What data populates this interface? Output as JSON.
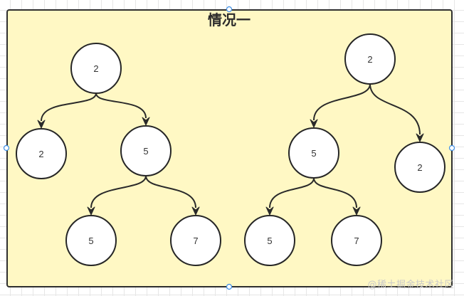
{
  "diagram": {
    "title": "情况一",
    "trees": [
      {
        "nodes": [
          {
            "id": "L_root",
            "value": "2"
          },
          {
            "id": "L_left",
            "value": "2"
          },
          {
            "id": "L_right",
            "value": "5"
          },
          {
            "id": "L_rl",
            "value": "5"
          },
          {
            "id": "L_rr",
            "value": "7"
          }
        ],
        "edges": [
          {
            "from": "L_root",
            "to": "L_left"
          },
          {
            "from": "L_root",
            "to": "L_right"
          },
          {
            "from": "L_right",
            "to": "L_rl"
          },
          {
            "from": "L_right",
            "to": "L_rr"
          }
        ]
      },
      {
        "nodes": [
          {
            "id": "R_root",
            "value": "2"
          },
          {
            "id": "R_left",
            "value": "5"
          },
          {
            "id": "R_right",
            "value": "2"
          },
          {
            "id": "R_ll",
            "value": "5"
          },
          {
            "id": "R_lr",
            "value": "7"
          }
        ],
        "edges": [
          {
            "from": "R_root",
            "to": "R_left"
          },
          {
            "from": "R_root",
            "to": "R_right"
          },
          {
            "from": "R_left",
            "to": "R_ll"
          },
          {
            "from": "R_left",
            "to": "R_lr"
          }
        ]
      }
    ]
  },
  "watermark": "@稀土掘金技术社区",
  "colors": {
    "panel_fill": "#fff8c4",
    "selection_handle": "#3d8ee6"
  }
}
